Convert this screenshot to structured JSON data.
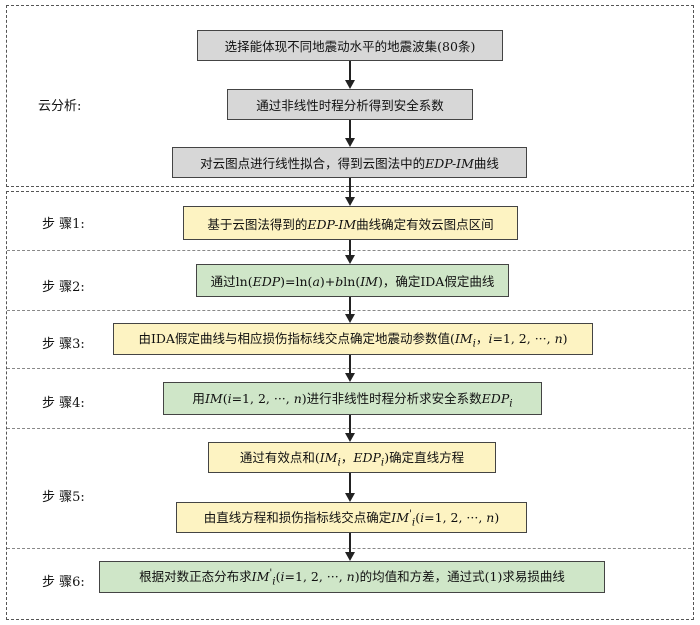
{
  "cloud_label": "云分析:",
  "steps": {
    "s1": "步 骤1:",
    "s2": "步 骤2:",
    "s3": "步 骤3:",
    "s4": "步 骤4:",
    "s5": "步 骤5:",
    "s6": "步 骤6:"
  },
  "boxes": {
    "b1": "选择能体现不同地震动水平的地震波集(80条)",
    "b2": "通过非线性时程分析得到安全系数",
    "b3a": "对云图点进行线性拟合，得到云图法中的",
    "b3b": "EDP-IM",
    "b3c": "曲线",
    "b4a": "基于云图法得到的",
    "b4b": "EDP-IM",
    "b4c": "曲线确定有效云图点区间",
    "b5_1": "通过ln(",
    "b5_2": "EDP",
    "b5_3": ")=ln(",
    "b5_4": "a",
    "b5_5": ")+",
    "b5_6": "b",
    "b5_7": "ln(",
    "b5_8": "IM",
    "b5_9": ")，确定IDA假定曲线",
    "b6_1": "由IDA假定曲线与相应损伤指标线交点确定地震动参数值(",
    "b6_2": "IM",
    "b6_3": "i",
    "b6_4": "，",
    "b6_5": "i",
    "b6_6": "=1, 2, ···, ",
    "b6_7": "n",
    "b6_8": ")",
    "b7_1": "用",
    "b7_2": "IM",
    "b7_3": "(",
    "b7_4": "i",
    "b7_5": "=1, 2, ···, ",
    "b7_6": "n",
    "b7_7": ")进行非线性时程分析求安全系数",
    "b7_8": "EDP",
    "b7_9": "i",
    "b8_1": "通过有效点和(",
    "b8_2": "IM",
    "b8_3": "i",
    "b8_4": "，",
    "b8_5": "EDP",
    "b8_6": "i",
    "b8_7": ")确定直线方程",
    "b9_1": "由直线方程和损伤指标线交点确定",
    "b9_2": "IM",
    "b9_3": "'",
    "b9_4": "i",
    "b9_5": "(",
    "b9_6": "i",
    "b9_7": "=1, 2, ···, ",
    "b9_8": "n",
    "b9_9": ")",
    "b10_1": "根据对数正态分布求",
    "b10_2": "IM",
    "b10_3": "'",
    "b10_4": "i",
    "b10_5": "(",
    "b10_6": "i",
    "b10_7": "=1, 2, ···, ",
    "b10_8": "n",
    "b10_9": ")的均值和方差，通过式(1)求易损曲线"
  },
  "colors": {
    "gray_box": "#d7d7d7",
    "yellow_box": "#fdf3c2",
    "green_box": "#cfe6c8"
  }
}
